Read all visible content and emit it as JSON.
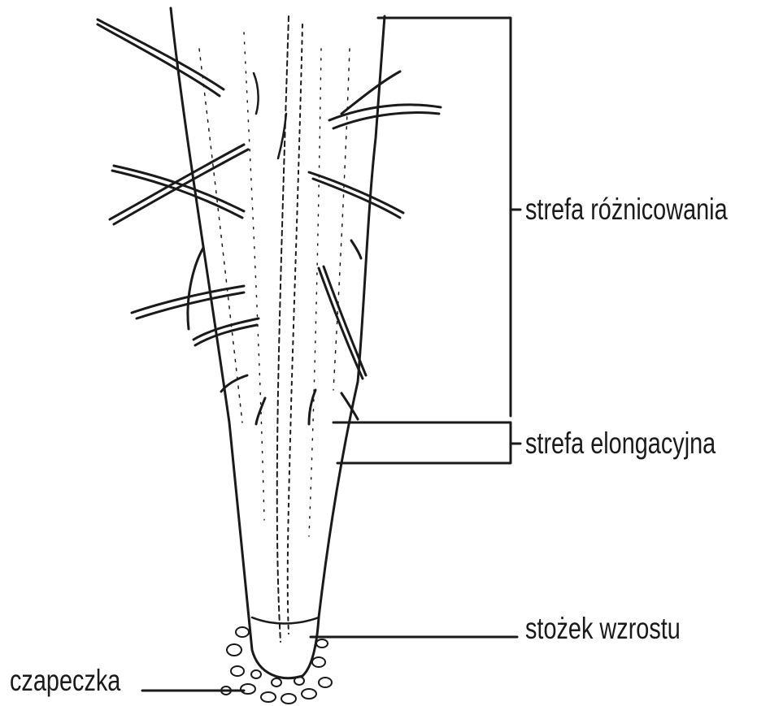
{
  "diagram": {
    "colors": {
      "ink": "#1a1a1a",
      "background": "#ffffff"
    },
    "labels": {
      "differentiation": "strefa różnicowania",
      "elongation": "strefa elongacyjna",
      "growth_cone": "stożek wzrostu",
      "root_cap": "czapeczka"
    }
  }
}
